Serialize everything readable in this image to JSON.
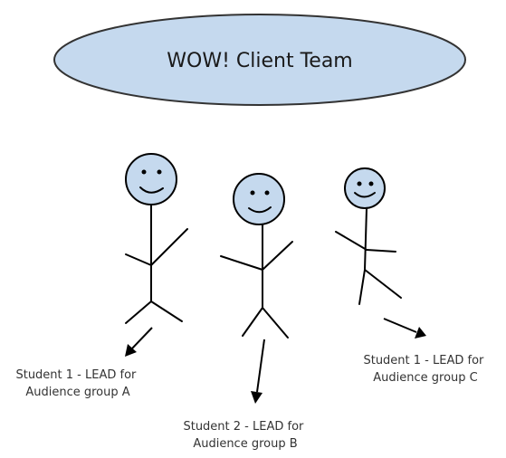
{
  "title": "WOW! Client Team",
  "colors": {
    "ellipse_fill": "#c5d9ee",
    "head_fill": "#c5d9ee",
    "stroke": "#000000"
  },
  "figures": [
    {
      "name": "student-1-a",
      "label_lines": [
        "Student 1 - LEAD for",
        "Audience group A"
      ]
    },
    {
      "name": "student-2-b",
      "label_lines": [
        "Student 2 - LEAD for",
        "Audience group B"
      ]
    },
    {
      "name": "student-1-c",
      "label_lines": [
        "Student 1 - LEAD for",
        "Audience group C"
      ]
    }
  ]
}
